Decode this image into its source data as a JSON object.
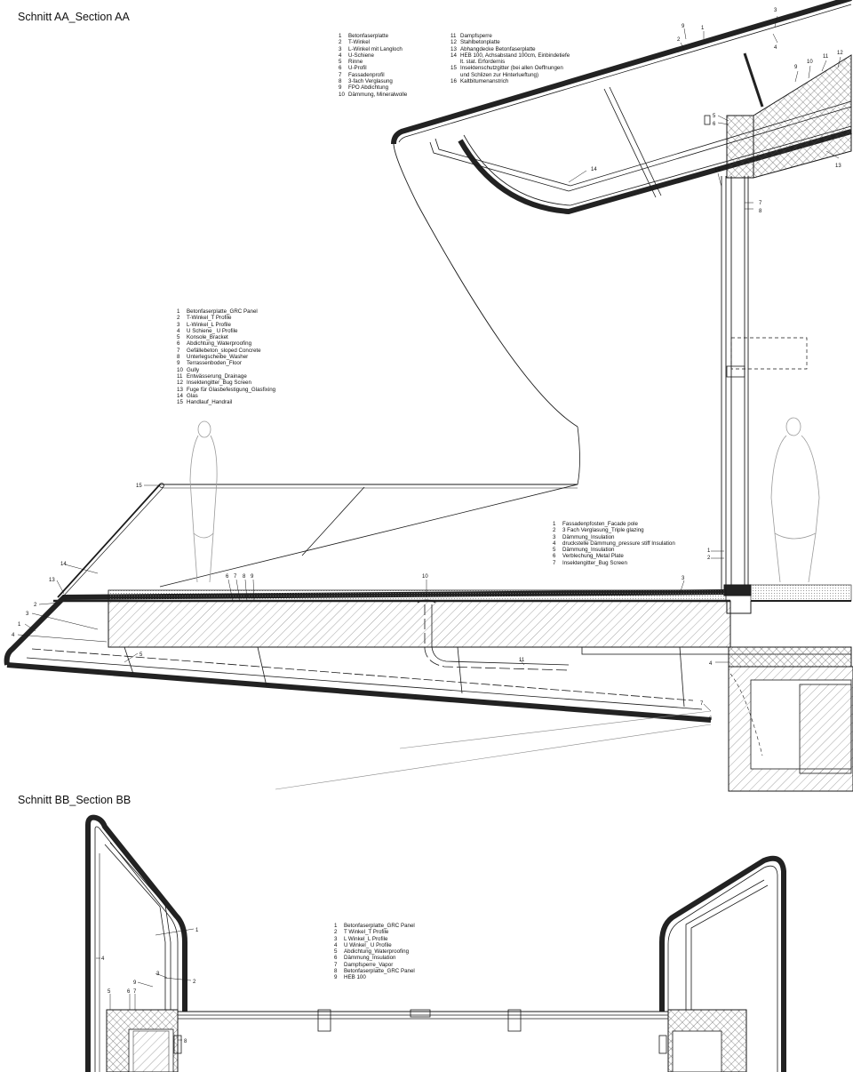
{
  "section_aa": {
    "title": "Schnitt AA_Section AA",
    "legend_roof_a": [
      {
        "n": "1",
        "t": "Betonfaserplatte"
      },
      {
        "n": "2",
        "t": "T-Winkel"
      },
      {
        "n": "3",
        "t": "L-Winkel mit Langloch"
      },
      {
        "n": "4",
        "t": "U-Schiene"
      },
      {
        "n": "5",
        "t": "Rinne"
      },
      {
        "n": "6",
        "t": "U-Profil"
      },
      {
        "n": "7",
        "t": "Fassadenprofil"
      },
      {
        "n": "8",
        "t": "3-fach Verglasung"
      },
      {
        "n": "9",
        "t": "FPO Abdichtung"
      },
      {
        "n": "10",
        "t": "Dämmung, Mineralwolle"
      }
    ],
    "legend_roof_b": [
      {
        "n": "11",
        "t": "Dampfsperre"
      },
      {
        "n": "12",
        "t": "Stahlbetonplatte"
      },
      {
        "n": "13",
        "t": "Abhangdecke Betonfaserplatte"
      },
      {
        "n": "14",
        "t": "HEB 100, Achsabstand 100cm, Einbindetiefe"
      },
      {
        "n": "",
        "t": "lt. stat. Erfordernis"
      },
      {
        "n": "15",
        "t": "Insektenschutzgitter (bei allen Oeffnungen"
      },
      {
        "n": "",
        "t": "und Schlizen zur Hinterlueftung)"
      },
      {
        "n": "16",
        "t": "Kaltbitumenanstrich"
      }
    ],
    "legend_balcony": [
      {
        "n": "1",
        "t": "Betonfaserplatte_GRC Panel"
      },
      {
        "n": "2",
        "t": "T-Winkel_T Profile"
      },
      {
        "n": "3",
        "t": "L-Winkel_L Profile"
      },
      {
        "n": "4",
        "t": "U Schiene_ U Profile"
      },
      {
        "n": "5",
        "t": "Konsole_Bracket"
      },
      {
        "n": "6",
        "t": "Abdichtung_Waterproofing"
      },
      {
        "n": "7",
        "t": "Gefällebeton_sloped Concrete"
      },
      {
        "n": "8",
        "t": "Unterlegscheibe_Washer"
      },
      {
        "n": "9",
        "t": "Terrassenboden_Floor"
      },
      {
        "n": "10",
        "t": "Gully"
      },
      {
        "n": "11",
        "t": "Entwässerung_Drainage"
      },
      {
        "n": "12",
        "t": "Insektengitter_Bug Screen"
      },
      {
        "n": "13",
        "t": "Fuge für Glasbefestigung_Glasfixing"
      },
      {
        "n": "14",
        "t": "Glas"
      },
      {
        "n": "15",
        "t": "Handlauf_Handrail"
      }
    ],
    "legend_facade": [
      {
        "n": "1",
        "t": "Fassadenpfosten_Facade pole"
      },
      {
        "n": "2",
        "t": "3 Fach Verglasung_Triple glazing"
      },
      {
        "n": "3",
        "t": "Dämmung_Insulation"
      },
      {
        "n": "4",
        "t": "druckstelle Dämmung_pressure stiff Insulation"
      },
      {
        "n": "5",
        "t": "Dämmung_Insulation"
      },
      {
        "n": "6",
        "t": "Verblechung_Metal Plate"
      },
      {
        "n": "7",
        "t": "Insektengitter_Bug Screen"
      }
    ],
    "callouts": [
      "1",
      "2",
      "3",
      "4",
      "5",
      "6",
      "7",
      "8",
      "9",
      "10",
      "11",
      "12",
      "13",
      "14",
      "15"
    ]
  },
  "section_bb": {
    "title": "Schnitt BB_Section BB",
    "legend": [
      {
        "n": "1",
        "t": "Betonfaserplatte_GRC Panel"
      },
      {
        "n": "2",
        "t": "T Winkel_T Profile"
      },
      {
        "n": "3",
        "t": "L Winkel_L Profile"
      },
      {
        "n": "4",
        "t": "U Winkel_ U Profile"
      },
      {
        "n": "5",
        "t": "Abdichtung_Waterproofing"
      },
      {
        "n": "6",
        "t": "Dämmung_Insulation"
      },
      {
        "n": "7",
        "t": "Dampfsperre_Vapor"
      },
      {
        "n": "8",
        "t": "Betonfaserplatte_GRC Panel"
      },
      {
        "n": "9",
        "t": "HEB 100"
      }
    ],
    "callouts": [
      "1",
      "2",
      "3",
      "4",
      "5",
      "6",
      "7",
      "8",
      "9"
    ]
  },
  "colors": {
    "line": "#1a1a1a",
    "hatch": "#555555",
    "light": "#9a9a9a",
    "background": "#ffffff"
  }
}
